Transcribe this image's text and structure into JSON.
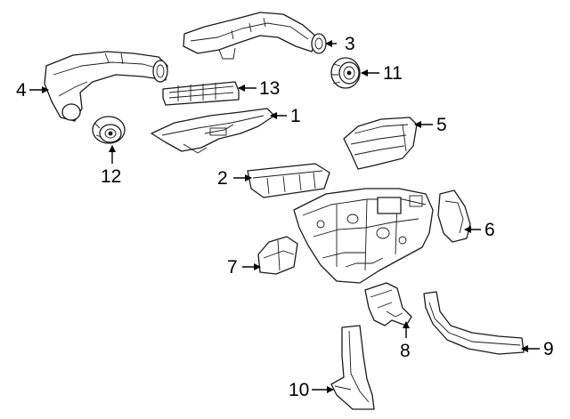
{
  "callouts": [
    {
      "id": "1",
      "label": "1"
    },
    {
      "id": "2",
      "label": "2"
    },
    {
      "id": "3",
      "label": "3"
    },
    {
      "id": "4",
      "label": "4"
    },
    {
      "id": "5",
      "label": "5"
    },
    {
      "id": "6",
      "label": "6"
    },
    {
      "id": "7",
      "label": "7"
    },
    {
      "id": "8",
      "label": "8"
    },
    {
      "id": "9",
      "label": "9"
    },
    {
      "id": "10",
      "label": "10"
    },
    {
      "id": "11",
      "label": "11"
    },
    {
      "id": "12",
      "label": "12"
    },
    {
      "id": "13",
      "label": "13"
    }
  ],
  "colors": {
    "line": "#1a1a1a",
    "background": "#ffffff"
  }
}
